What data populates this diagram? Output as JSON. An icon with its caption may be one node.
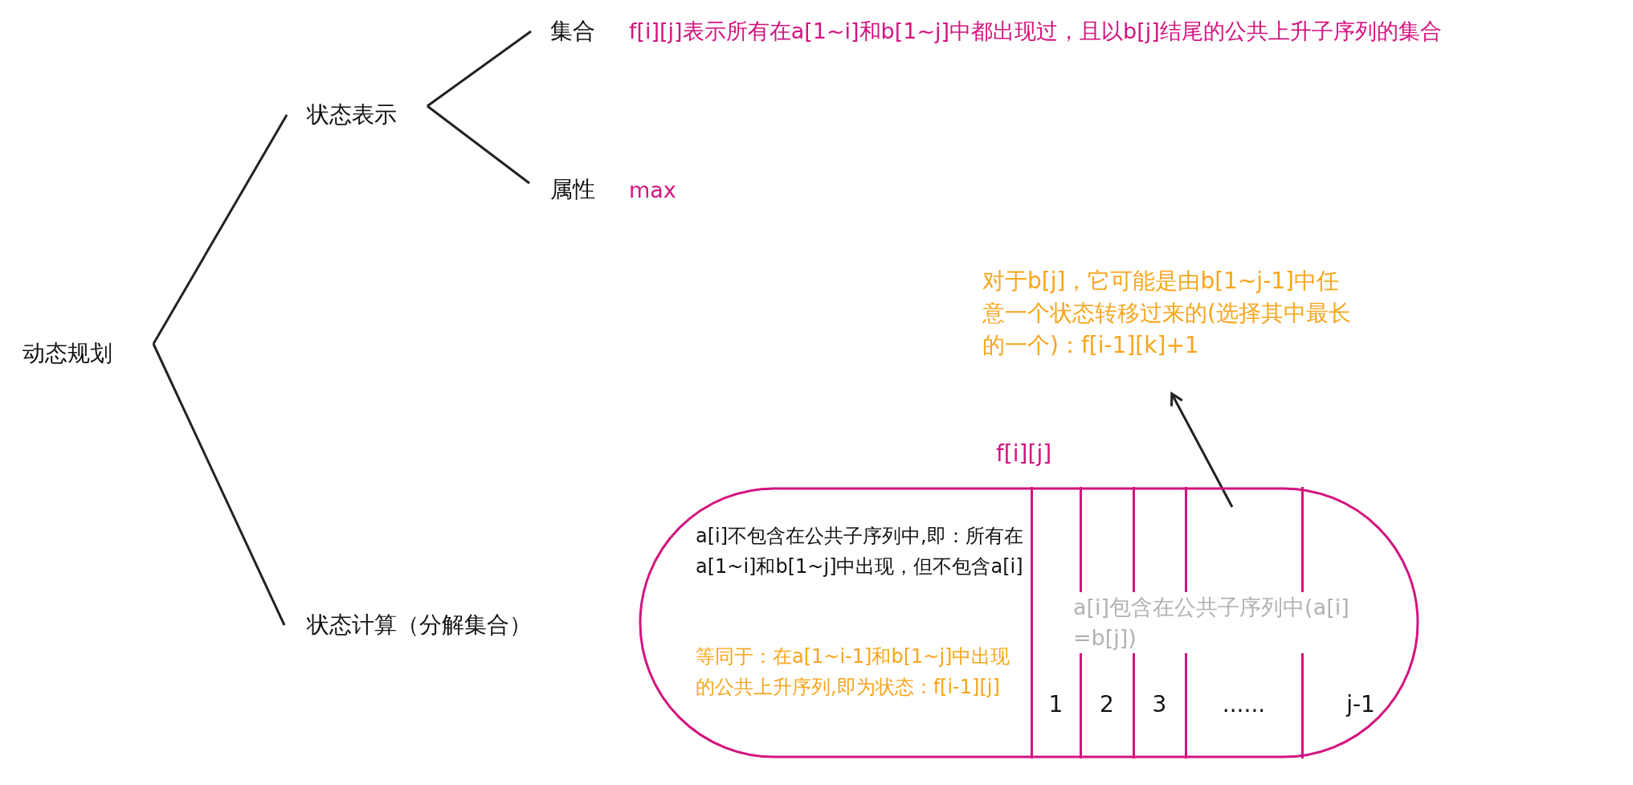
{
  "diagram": {
    "nodes": [
      {
        "text": [
          "动态规划"
        ]
      },
      {
        "text": [
          "状态表示"
        ]
      },
      {
        "text": [
          "状态计算（分解集合）"
        ]
      },
      {
        "text": [
          "集合"
        ],
        "beside": [
          "f[i][j]表示所有在a[1~i]和b[1~j]中都出现过，且以b[j]结尾的公共上升子序列的集合"
        ]
      },
      {
        "text": [
          "属性"
        ],
        "beside": [
          "max"
        ]
      },
      {
        "text": [
          "f[i][j]"
        ]
      },
      {
        "text": [
          "a[i]不包含在公共子序列中,即：所有在a[1~i]和b[1~j]中出现，但不包含a[i]",
          "等同于：在a[1~i-1]和b[1~j]中出现的公共上升序列,即为状态：f[i-1][j]"
        ],
        "in": 5
      },
      {
        "text": [
          "1"
        ],
        "in": 5
      },
      {
        "text": [
          "2"
        ],
        "in": 5
      },
      {
        "text": [
          "3"
        ],
        "in": 5
      },
      {
        "text": [
          "......"
        ],
        "in": 5
      },
      {
        "text": [
          "j-1"
        ],
        "in": 5
      },
      {
        "text": [
          "对于b[j]，它可能是由b[1~j-1]中任意一个状态转移过来的(选择其中最长的一个)：f[i-1][k]+1"
        ]
      }
    ],
    "edges": [
      {
        "from": 0,
        "to": 1,
        "arrow": "none"
      },
      {
        "from": 0,
        "to": 2,
        "arrow": "none"
      },
      {
        "from": 1,
        "to": 3,
        "arrow": "none"
      },
      {
        "from": 1,
        "to": 4,
        "arrow": "none"
      },
      {
        "from": 10,
        "to": 12,
        "arrow": "to"
      }
    ],
    "labels": [
      "a[i]包含在公共子序列中(a[i]=b[j])"
    ]
  }
}
